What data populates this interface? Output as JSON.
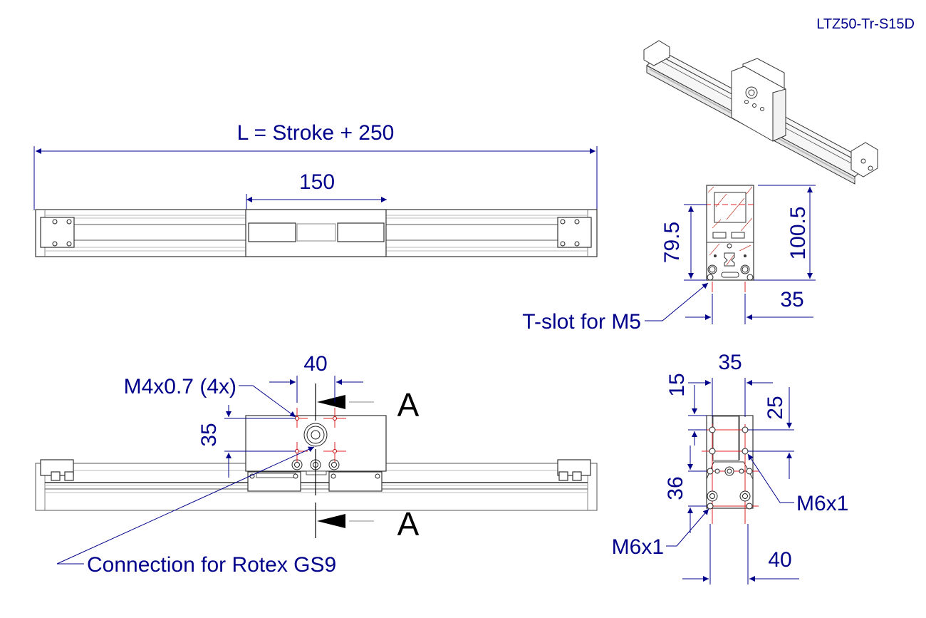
{
  "drawing": {
    "model_code": "LTZ50-Tr-S15D",
    "colors": {
      "dimension": "#00008b",
      "centerline": "#e02020",
      "outline": "#333333",
      "background": "#ffffff"
    },
    "top_view": {
      "overall_length_label": "L = Stroke + 250",
      "carriage_length_label": "150"
    },
    "section_view": {
      "height_total_label": "100.5",
      "height_slot_label": "79.5",
      "slot_spacing_label": "35",
      "callout_tslot": "T-slot for M5"
    },
    "front_view": {
      "hole_spacing_h_label": "40",
      "hole_spacing_v_label": "35",
      "callout_thread": "M4x0.7 (4x)",
      "callout_connection": "Connection for Rotex GS9",
      "section_marker_top": "A",
      "section_marker_bottom": "A"
    },
    "end_view": {
      "width_top_label": "35",
      "offset_top_label": "15",
      "spacing_upper_label": "25",
      "spacing_lower_label": "36",
      "width_bottom_label": "40",
      "callout_thread_right": "M6x1",
      "callout_thread_left": "M6x1"
    }
  }
}
